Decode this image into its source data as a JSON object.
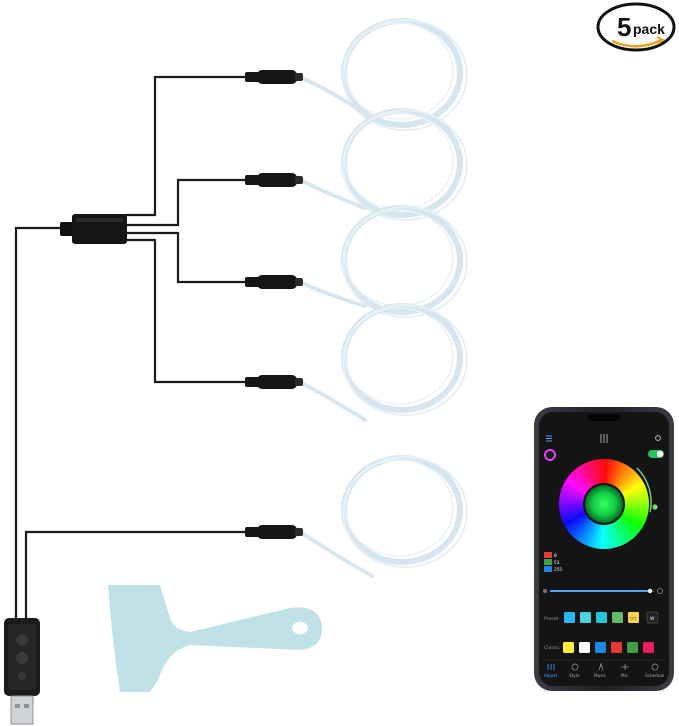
{
  "badge": {
    "count": "5",
    "word": "pack"
  },
  "phone_app": {
    "rgb": {
      "r": "0",
      "g": "53",
      "b": "255"
    },
    "sections": {
      "preset": "Preset",
      "classic": "Classic"
    },
    "white_key": "W",
    "cct_key": "CCT",
    "tabs": [
      "Adjust",
      "Style",
      "Music",
      "Mic",
      "Schedule"
    ]
  },
  "colors": {
    "cable": "#1a1a1a",
    "fiber": "#d8e8f2",
    "scraper": "#bfe0e6",
    "phone_body": "#2b2e33",
    "screen": "#141414"
  },
  "icons": [
    "amazon-smile-icon",
    "usb-plug-icon",
    "phone-menu-icon",
    "phone-settings-icon",
    "power-toggle-icon"
  ]
}
